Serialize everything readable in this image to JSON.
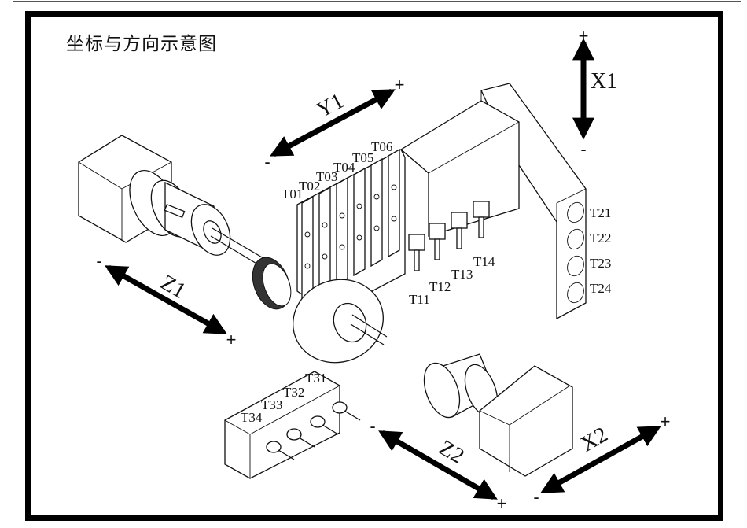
{
  "title": "坐标与方向示意图",
  "axes": [
    {
      "id": "x1",
      "label": "X1",
      "plus": "+",
      "minus": "-"
    },
    {
      "id": "y1",
      "label": "Y1",
      "plus": "+",
      "minus": "-"
    },
    {
      "id": "z1",
      "label": "Z1",
      "plus": "+",
      "minus": "-"
    },
    {
      "id": "z2",
      "label": "Z2",
      "plus": "+",
      "minus": "-"
    },
    {
      "id": "x2",
      "label": "X2",
      "plus": "+",
      "minus": "-"
    }
  ],
  "tools": {
    "gang": [
      "T01",
      "T02",
      "T03",
      "T04",
      "T05",
      "T06"
    ],
    "spindle_head": [
      "T11",
      "T12",
      "T13",
      "T14"
    ],
    "column": [
      "T21",
      "T22",
      "T23",
      "T24"
    ],
    "sub_block": [
      "T31",
      "T32",
      "T33",
      "T34"
    ]
  }
}
